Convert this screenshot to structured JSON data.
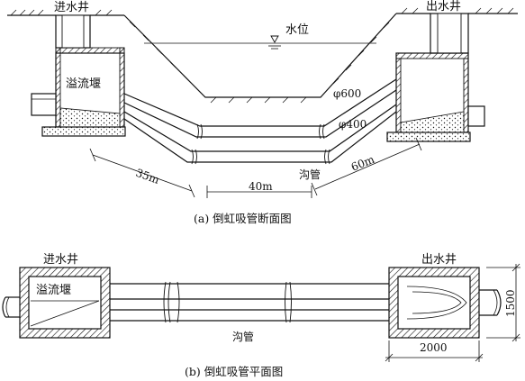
{
  "section": {
    "inlet_well": "进水井",
    "outlet_well": "出水井",
    "water_level": "水位",
    "weir": "溢流堰",
    "pipe_600": "φ600",
    "pipe_400": "φ400",
    "trench": "沟管",
    "len_left": "35m",
    "len_mid": "40m",
    "len_right": "60m",
    "caption": "(a) 倒虹吸管断面图"
  },
  "plan": {
    "inlet_well": "进水井",
    "outlet_well": "出水井",
    "weir": "溢流堰",
    "trench": "沟管",
    "dim_width": "2000",
    "dim_height": "1500",
    "caption": "(b) 倒虹吸管平面图"
  }
}
